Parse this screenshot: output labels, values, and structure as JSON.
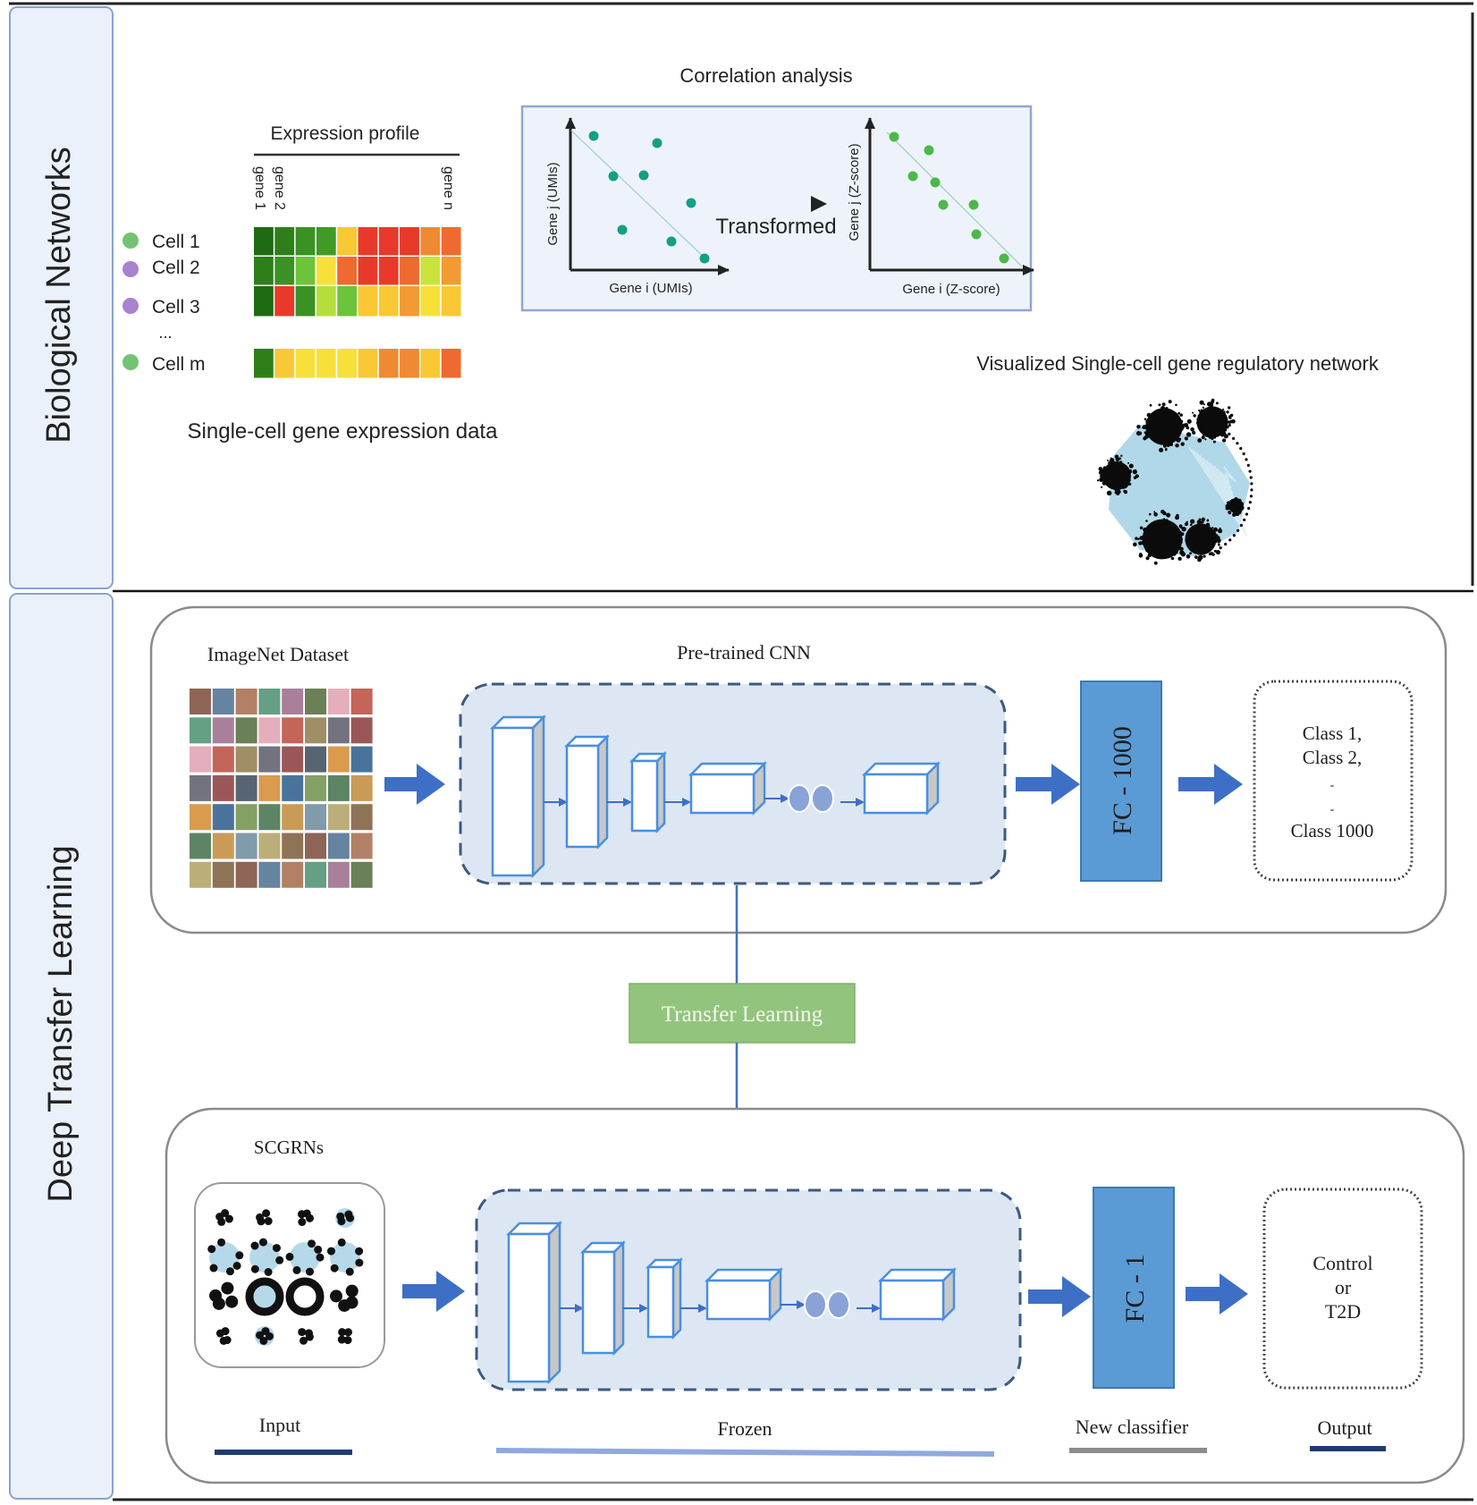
{
  "sections": {
    "biological_networks": {
      "label": "Biological Networks",
      "expression": {
        "title": "Expression profile",
        "gene_labels": [
          "gene 1",
          "gene 2",
          "gene n"
        ],
        "cells": [
          {
            "label": "Cell 1",
            "dot_color": "#5cb85c"
          },
          {
            "label": "Cell 2",
            "dot_color": "#9b6bc7"
          },
          {
            "label": "Cell 3",
            "dot_color": "#9b6bc7"
          },
          {
            "label": "Cell m",
            "dot_color": "#5cb85c"
          }
        ],
        "ellipsis": "...",
        "heatmap_rows": [
          [
            "#1e6b12",
            "#2e7f1a",
            "#3a9224",
            "#3f9a26",
            "#f9c834",
            "#e8392a",
            "#e8392a",
            "#e8392a",
            "#f08a32",
            "#ee6a30"
          ],
          [
            "#2e7f1a",
            "#3a9224",
            "#6cc43a",
            "#f8e03a",
            "#ee6a30",
            "#e8392a",
            "#e8392a",
            "#ee6a30",
            "#c9e33c",
            "#f39a34"
          ],
          [
            "#1e6b12",
            "#e8392a",
            "#3a9224",
            "#b5de3c",
            "#6cc43a",
            "#f9c834",
            "#f9c834",
            "#f39a34",
            "#f8e03a",
            "#f9c834"
          ],
          [
            "#2e7f1a",
            "#f9c834",
            "#f8e03a",
            "#f8e03a",
            "#f8e03a",
            "#f9c834",
            "#f08a32",
            "#f08a32",
            "#f9c834",
            "#ee6a30"
          ]
        ],
        "caption": "Single-cell gene expression data"
      },
      "correlation": {
        "title": "Correlation analysis",
        "transform_label": "Transformed",
        "left_plot": {
          "xlabel": "Gene i (UMIs)",
          "ylabel": "Gene j (UMIs)",
          "point_color": "#13a085"
        },
        "right_plot": {
          "xlabel": "Gene i (Z-score)",
          "ylabel": "Gene j (Z-score)",
          "point_color": "#4cb84a"
        }
      },
      "network": {
        "title": "Visualized Single-cell gene regulatory network"
      }
    },
    "deep_transfer_learning": {
      "label": "Deep Transfer Learning",
      "pretrain": {
        "dataset_title": "ImageNet Dataset",
        "cnn_title": "Pre-trained CNN",
        "fc_label": "FC - 1000",
        "output_lines": [
          "Class 1,",
          "Class 2,",
          "-",
          "-",
          "Class 1000"
        ]
      },
      "transfer_label": "Transfer Learning",
      "finetune": {
        "input_title": "SCGRNs",
        "fc_label": "FC - 1",
        "output_lines": [
          "Control",
          "or",
          "T2D"
        ],
        "legend": [
          {
            "label": "Input",
            "color": "#1f3b73"
          },
          {
            "label": "Frozen",
            "color": "#8fa9e0"
          },
          {
            "label": "New classifier",
            "color": "#8c8c8c"
          },
          {
            "label": "Output",
            "color": "#1f3b73"
          }
        ]
      }
    }
  },
  "colors": {
    "side_panel_fill": "#eaf1fb",
    "side_panel_border": "#8aa4cc",
    "cnn_fill": "#dde7f4",
    "cnn_border": "#3c5a80",
    "block_border": "#4a8fe0",
    "fc_fill": "#5b9bd5",
    "arrow_blue": "#3e6fc6",
    "transfer_fill": "#93c47d"
  }
}
